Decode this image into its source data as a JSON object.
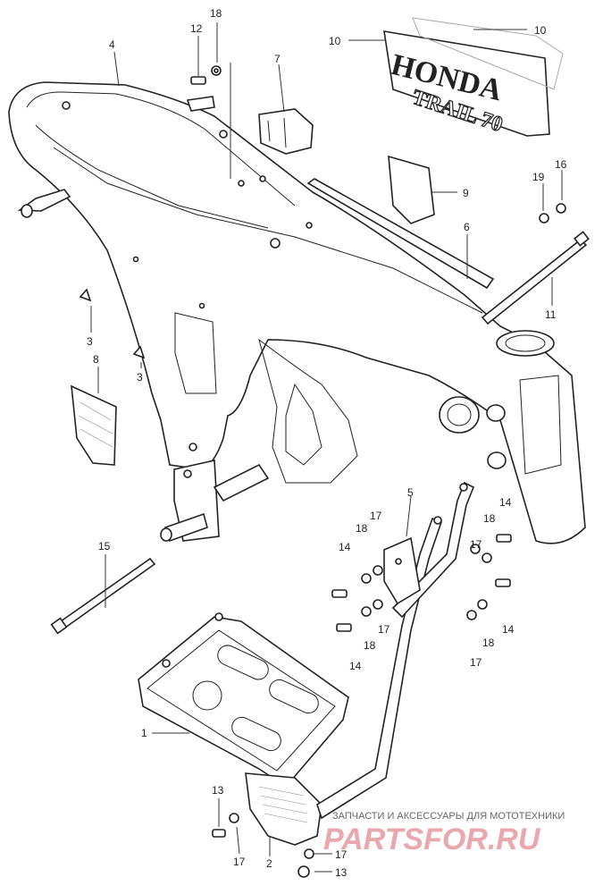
{
  "diagram": {
    "callouts": {
      "c1": "1",
      "c2": "2",
      "c3a": "3",
      "c3b": "3",
      "c4": "4",
      "c5": "5",
      "c6": "6",
      "c7": "7",
      "c8": "8",
      "c9": "9",
      "c10a": "10",
      "c10b": "10",
      "c11": "11",
      "c12": "12",
      "c13a": "13",
      "c13b": "13",
      "c14a": "14",
      "c14b": "14",
      "c14c": "14",
      "c14d": "14",
      "c15": "15",
      "c16": "16",
      "c17a": "17",
      "c17b": "17",
      "c17c": "17",
      "c17d": "17",
      "c17e": "17",
      "c17f": "17",
      "c18a": "18",
      "c18b": "18",
      "c18c": "18",
      "c18d": "18",
      "c18e": "18",
      "c19": "19"
    },
    "emblem": {
      "brand": "HONDA",
      "model": "TRAIL 70"
    }
  },
  "watermark": {
    "tagline": "ЗАПЧАСТИ И АКСЕССУАРЫ ДЛЯ МОТОТЕХНИКИ",
    "brand": "PARTSFOR.RU"
  }
}
